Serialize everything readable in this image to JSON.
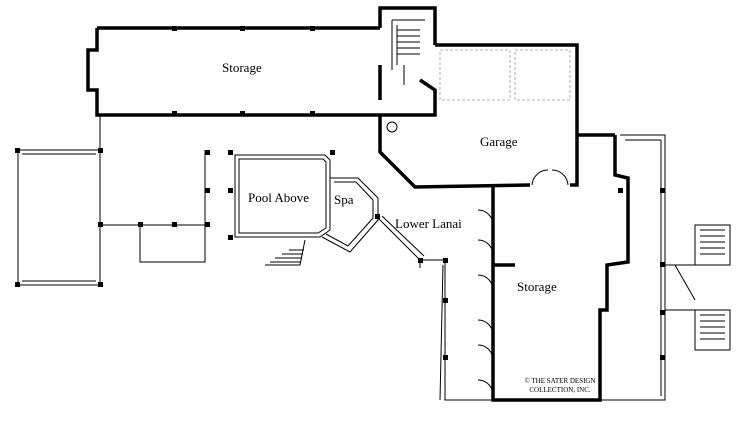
{
  "rooms": {
    "storage_upper": "Storage",
    "garage": "Garage",
    "pool": "Pool Above",
    "spa": "Spa",
    "lanai": "Lower Lanai",
    "storage_lower": "Storage"
  },
  "copyright": {
    "line1": "© THE SATER DESIGN",
    "line2": "COLLECTION, INC."
  }
}
